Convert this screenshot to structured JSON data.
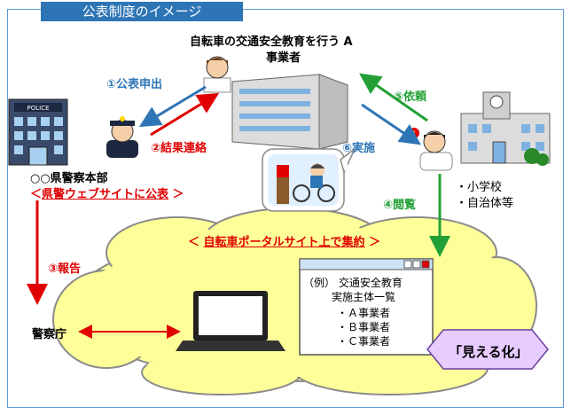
{
  "title": "公表制度のイメージ",
  "operator": {
    "line1": "自転車の交通安全教育を行う A",
    "line2": "事業者"
  },
  "police": {
    "sign": "POLICE",
    "name": "○○県警察本部",
    "publish_prefix": "＜",
    "publish_text": "県警ウェブサイトに公表",
    "publish_suffix": " ＞"
  },
  "steps": {
    "s1": "①公表申出",
    "s2": "②結果連絡",
    "s3": "③報告",
    "s4": "④閲覧",
    "s5": "⑤依頼",
    "s6": "⑥実施"
  },
  "school": {
    "item1": "・小学校",
    "item2": "・自治体等"
  },
  "portal": {
    "prefix": "＜ ",
    "text": "自転車ポータルサイト上で集約",
    "suffix": " ＞"
  },
  "npa": "警察庁",
  "window": {
    "example": "（例） 交通安全教育",
    "subtitle": "実施主体一覧",
    "items": [
      "・Ａ事業者",
      "・Ｂ事業者",
      "・Ｃ事業者"
    ]
  },
  "visual_label": "「見える化」",
  "colors": {
    "blue": "#2e75b6",
    "red": "#e00000",
    "green": "#22a035",
    "cloud": "#ffff99"
  }
}
